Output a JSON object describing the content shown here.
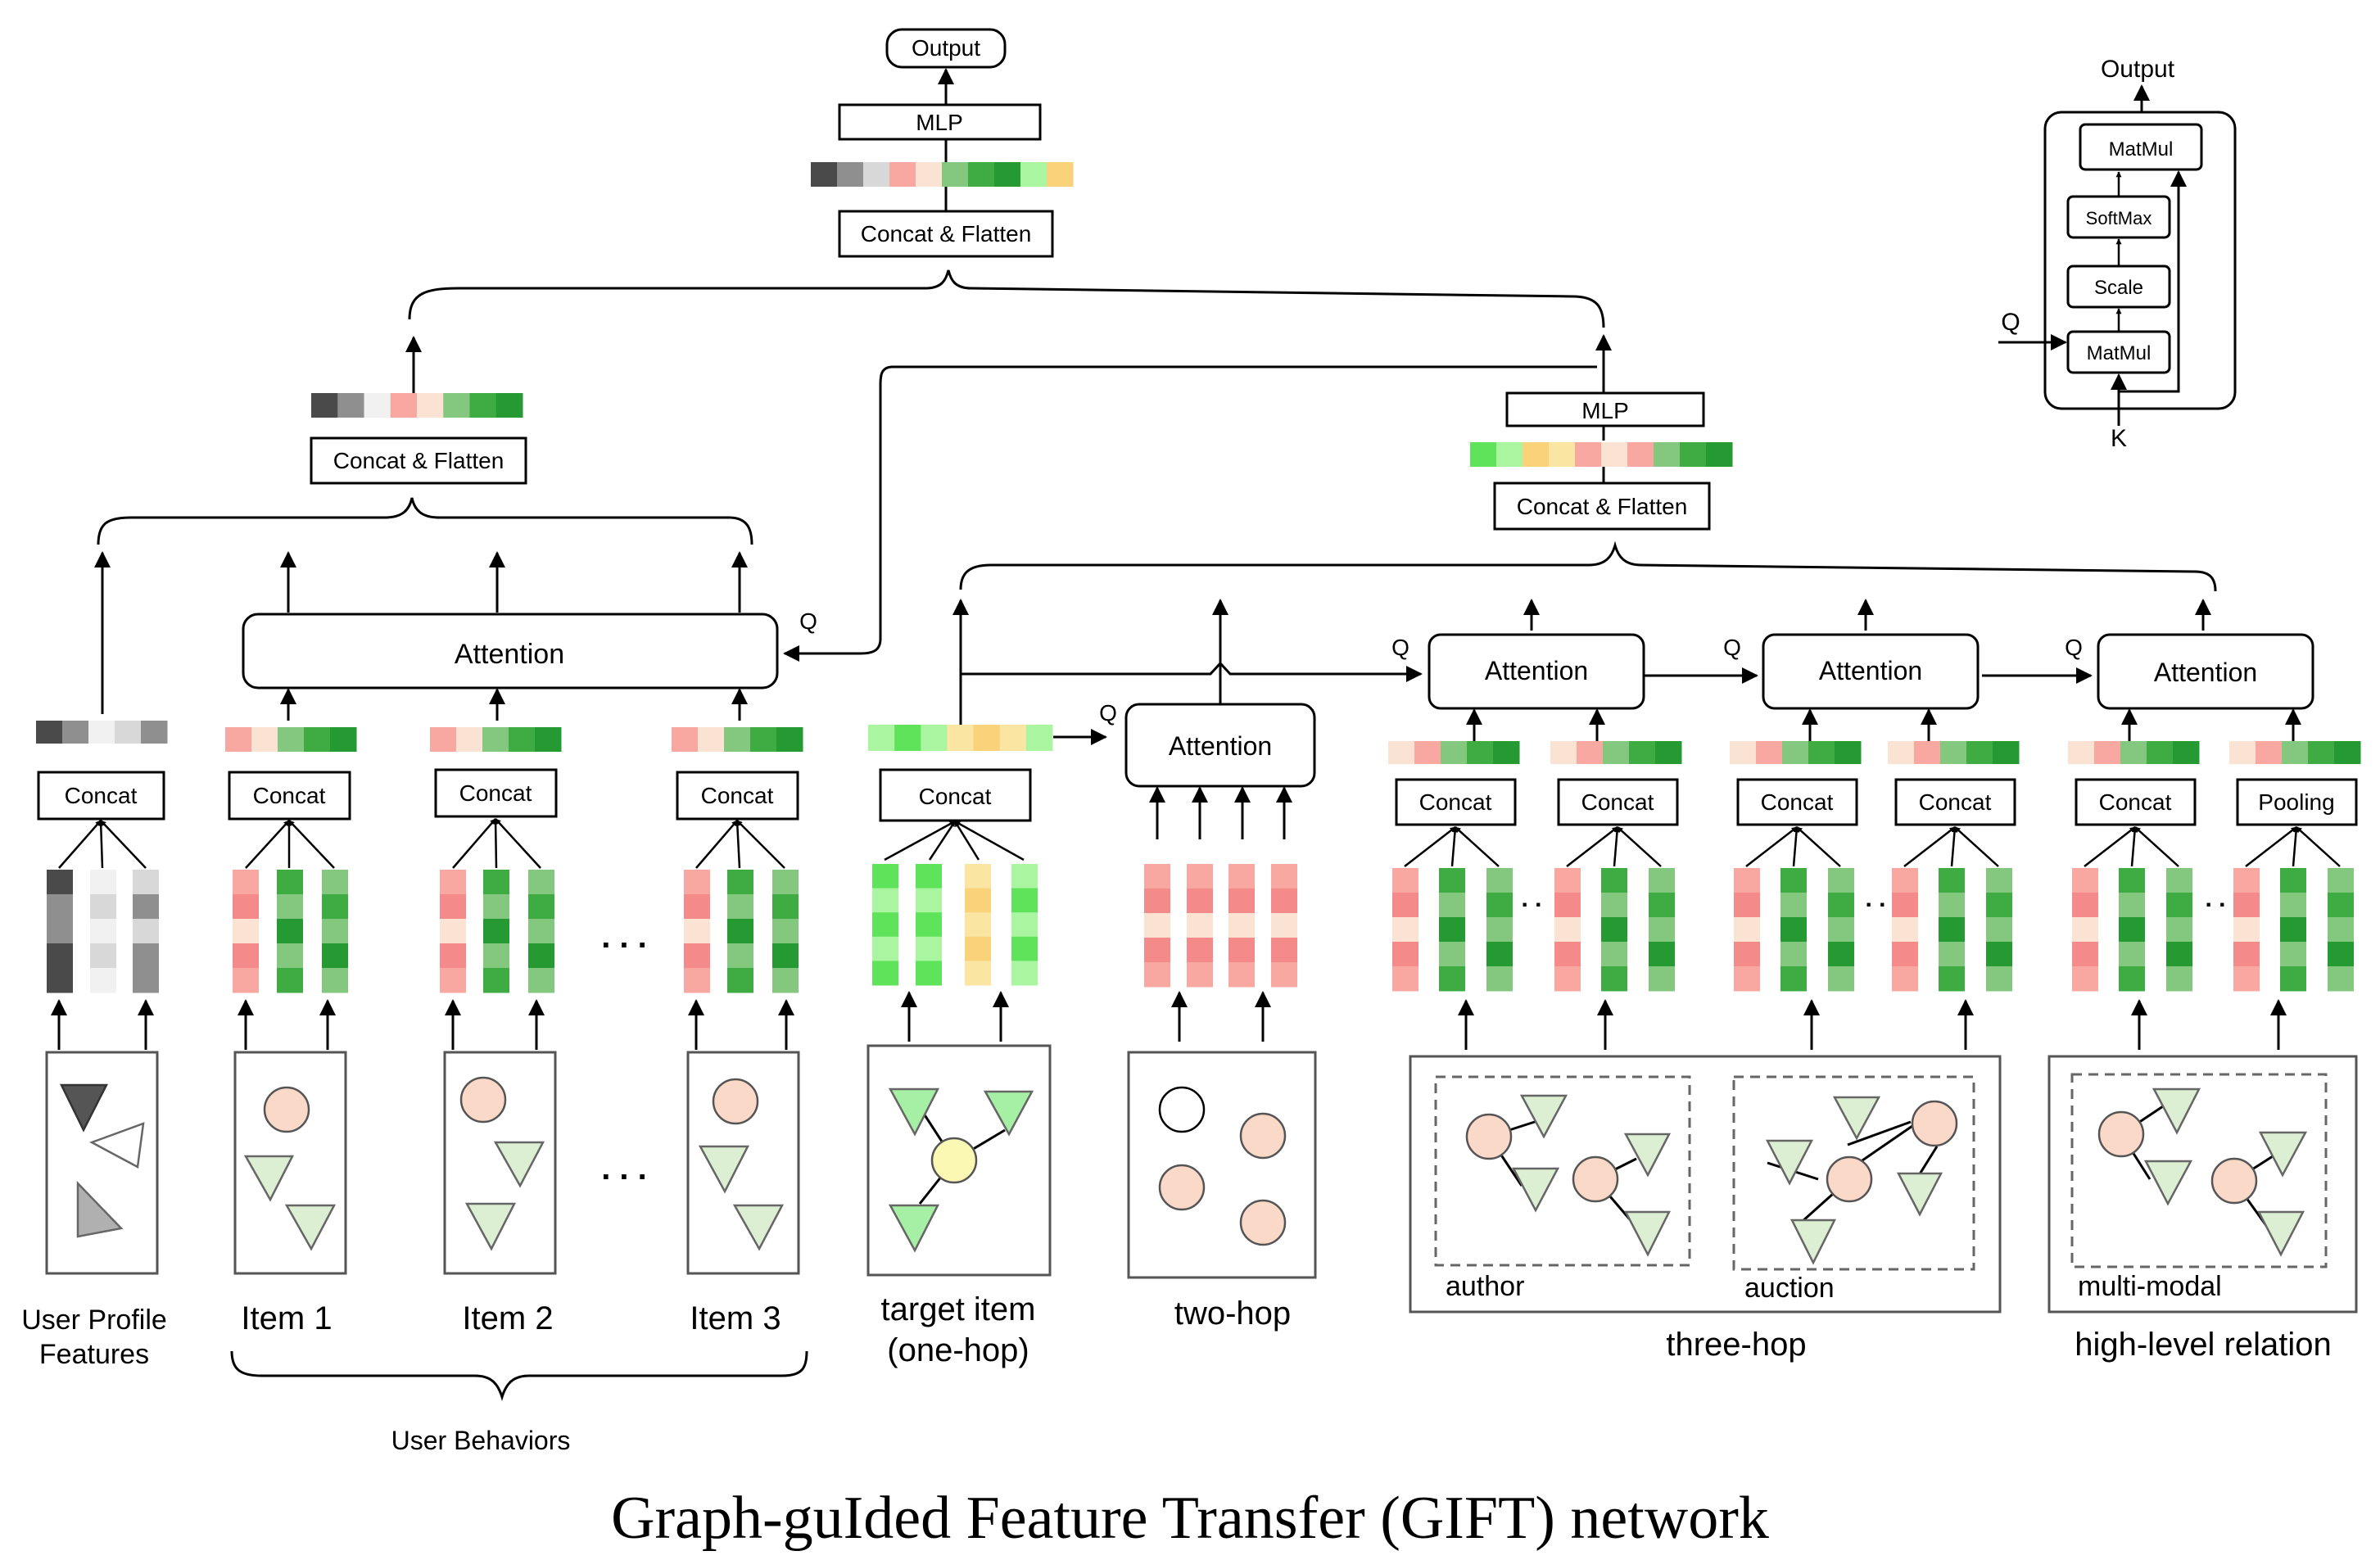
{
  "title": {
    "text": "Graph-guIded Feature Transfer (GIFT) network"
  },
  "labels": {
    "output": "Output",
    "mlp": "MLP",
    "concat_flatten": "Concat & Flatten",
    "attention": "Attention",
    "concat": "Concat",
    "pooling": "Pooling",
    "q": "Q",
    "k": "K",
    "matmul": "MatMul",
    "softmax": "SoftMax",
    "scale": "Scale",
    "dots": ". . .",
    "small_dots": ". ."
  },
  "inputs": {
    "user_profile_line1": "User Profile",
    "user_profile_line2": "Features",
    "item1": "Item 1",
    "item2": "Item 2",
    "item3": "Item 3",
    "user_behaviors": "User Behaviors",
    "target_line1": "target item",
    "target_line2": "(one-hop)",
    "two_hop": "two-hop",
    "three_hop": "three-hop",
    "author": "author",
    "auction": "auction",
    "high_level": "high-level relation",
    "multi_modal": "multi-modal"
  },
  "colors": {
    "red": "#f58a8a",
    "light_red": "#f8a8a0",
    "peach": "#fbe3d3",
    "green_light": "#84c77e",
    "green": "#3fac43",
    "green_dark": "#259a33",
    "bright_green_light": "#aaf59f",
    "bright_green": "#5fe35b",
    "yellow": "#f9d27a",
    "yellow_light": "#fbe5a3",
    "gray_dark": "#4a4a4a",
    "gray_mid": "#8f8f8f",
    "gray_light": "#d8d8d8",
    "gray_pale": "#f1f1f1"
  }
}
